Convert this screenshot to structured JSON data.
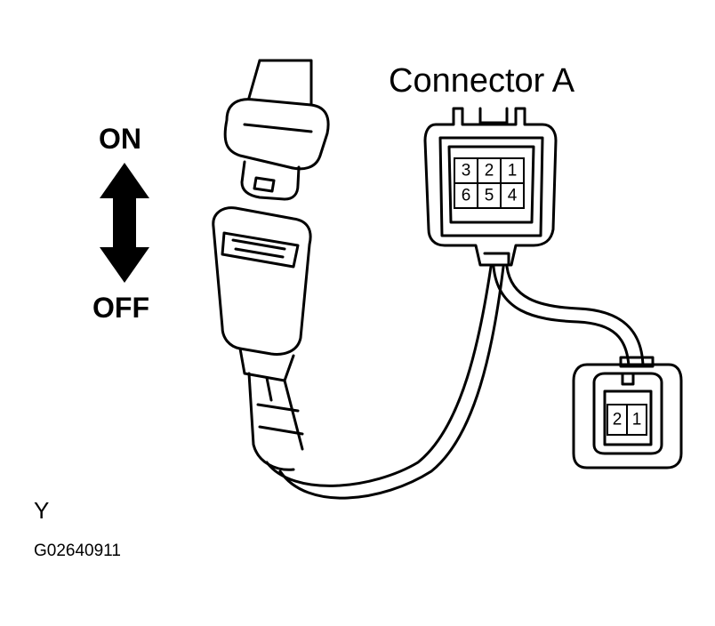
{
  "labels": {
    "connector_a": "Connector A",
    "on": "ON",
    "off": "OFF",
    "view_letter": "Y",
    "figure_code": "G02640911"
  },
  "connector_a_pins": {
    "top_row": [
      "3",
      "2",
      "1"
    ],
    "bottom_row": [
      "6",
      "5",
      "4"
    ]
  },
  "connector_b_pins": [
    "2",
    "1"
  ]
}
